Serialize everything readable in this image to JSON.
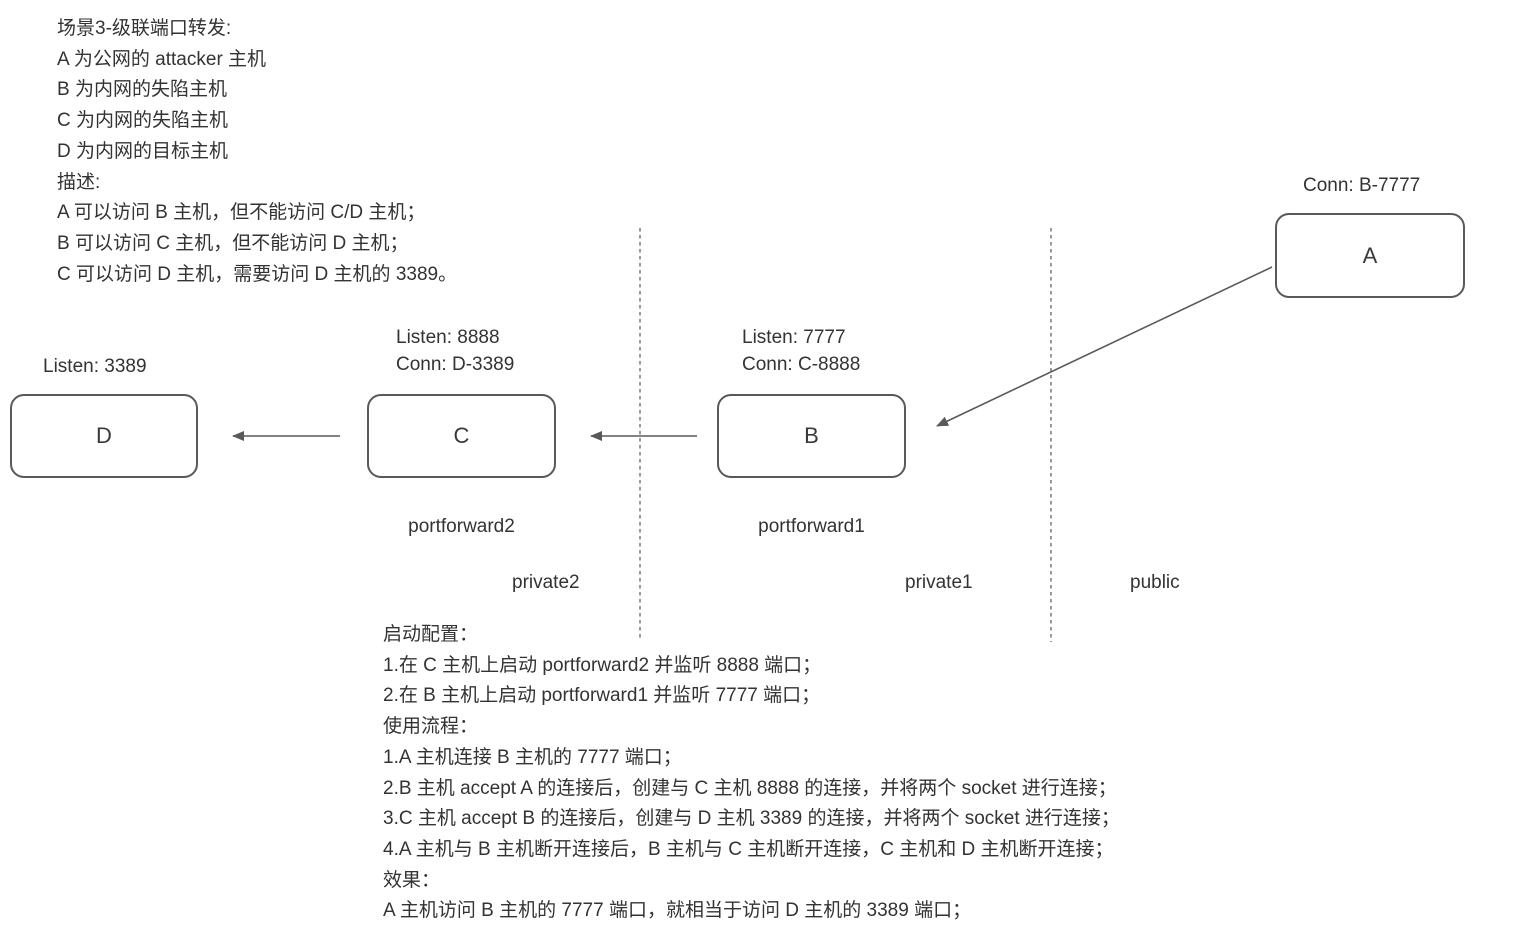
{
  "scenario": {
    "lines": [
      "场景3-级联端口转发:",
      "A 为公网的 attacker 主机",
      "B 为内网的失陷主机",
      "C 为内网的失陷主机",
      "D 为内网的目标主机",
      "描述:",
      "A 可以访问 B 主机，但不能访问 C/D 主机；",
      "B 可以访问 C 主机，但不能访问 D 主机；",
      "C 可以访问 D 主机，需要访问 D 主机的 3389。"
    ]
  },
  "nodes": {
    "a": {
      "label": "A",
      "conn": "Conn: B-7777"
    },
    "b": {
      "label": "B",
      "listen": "Listen: 7777",
      "conn": "Conn: C-8888",
      "process": "portforward1"
    },
    "c": {
      "label": "C",
      "listen": "Listen: 8888",
      "conn": "Conn: D-3389",
      "process": "portforward2"
    },
    "d": {
      "label": "D",
      "listen": "Listen: 3389"
    }
  },
  "zones": {
    "private2": "private2",
    "private1": "private1",
    "public": "public"
  },
  "notes": {
    "lines": [
      "启动配置：",
      "1.在 C 主机上启动 portforward2 并监听 8888 端口；",
      "2.在 B 主机上启动 portforward1 并监听 7777 端口；",
      "使用流程：",
      "1.A 主机连接 B 主机的 7777 端口；",
      "2.B 主机 accept A 的连接后，创建与 C 主机 8888 的连接，并将两个 socket 进行连接；",
      "3.C 主机 accept B 的连接后，创建与 D 主机 3389 的连接，并将两个 socket 进行连接；",
      "4.A 主机与 B 主机断开连接后，B 主机与 C 主机断开连接，C 主机和 D 主机断开连接；",
      "效果：",
      "A 主机访问 B 主机的 7777 端口，就相当于访问 D 主机的 3389 端口；"
    ]
  },
  "colors": {
    "line": "#595959",
    "text": "#333333",
    "border": "#595959"
  }
}
